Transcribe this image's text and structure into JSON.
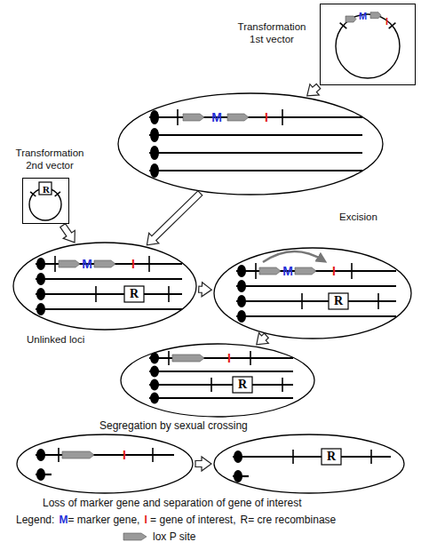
{
  "diagram": {
    "nodes": [
      {
        "text": [
          "M",
          "I"
        ]
      },
      {
        "text": [
          "M",
          "I"
        ]
      },
      {
        "text": [
          "R"
        ]
      },
      {
        "text": [
          "M",
          "I",
          "R"
        ]
      },
      {
        "text": [
          "M",
          "I",
          "R"
        ]
      },
      {
        "text": [
          "I",
          "R"
        ]
      },
      {
        "text": [
          "I"
        ]
      },
      {
        "text": [
          "R"
        ]
      }
    ],
    "edges": [
      {
        "from": 0,
        "to": 1,
        "arrow": "to"
      },
      {
        "from": 2,
        "to": 3,
        "arrow": "to"
      },
      {
        "from": 1,
        "to": 3,
        "arrow": "to"
      },
      {
        "from": 3,
        "to": 4,
        "arrow": "to"
      },
      {
        "from": 4,
        "to": 5,
        "arrow": "to"
      },
      {
        "from": 6,
        "to": 7,
        "arrow": "to"
      }
    ],
    "labels": [
      "Transformation 1st vector",
      "Transformation 2nd vector",
      "Excision",
      "Unlinked loci",
      "Segregation by sexual crossing",
      "Loss of marker gene and separation of gene of interest",
      "Legend:"
    ],
    "legend": [
      {
        "text": "M= marker gene,"
      },
      {
        "text": "I = gene of interest,"
      },
      {
        "text": "R= cre recombinase"
      },
      {
        "text": "lox P site"
      }
    ]
  }
}
